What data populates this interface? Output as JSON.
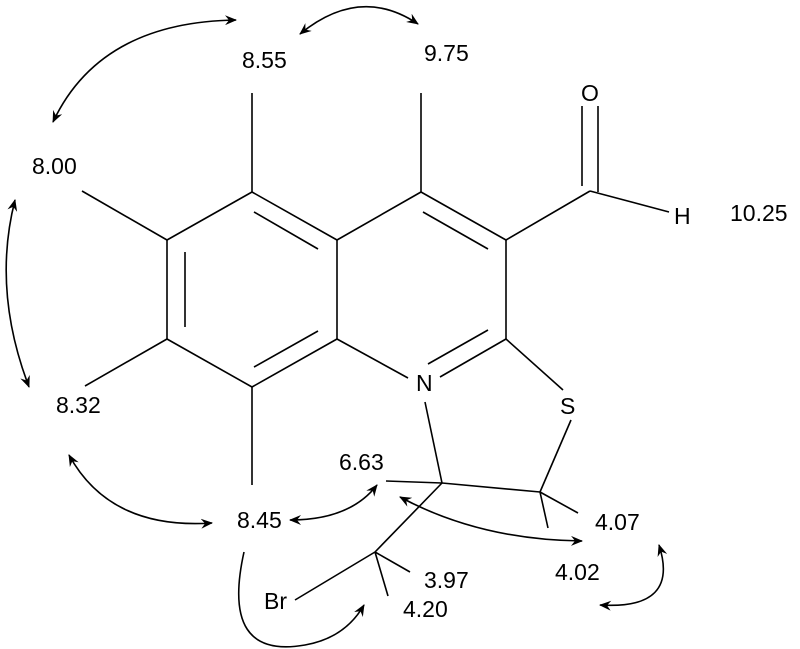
{
  "diagram": {
    "type": "NMR assignment / NOE correlation diagram",
    "molecule": "thiazolo-quinoline carbaldehyde with bromomethyl substituent",
    "atoms": {
      "nitrogen": "N",
      "sulfur": "S",
      "oxygen": "O",
      "aldehyde_hydrogen": "H",
      "bromine": "Br"
    },
    "shifts": [
      {
        "id": "h5",
        "value": "8.55"
      },
      {
        "id": "h4",
        "value": "9.75"
      },
      {
        "id": "h6",
        "value": "8.00"
      },
      {
        "id": "cho",
        "value": "10.25"
      },
      {
        "id": "h7",
        "value": "8.32"
      },
      {
        "id": "h8",
        "value": "8.45"
      },
      {
        "id": "h1",
        "value": "6.63"
      },
      {
        "id": "h2a",
        "value": "4.07"
      },
      {
        "id": "h2b",
        "value": "4.02"
      },
      {
        "id": "ch2br_a",
        "value": "3.97"
      },
      {
        "id": "ch2br_b",
        "value": "4.20"
      }
    ],
    "correlations": [
      {
        "from": "8.00",
        "to": "8.55"
      },
      {
        "from": "8.55",
        "to": "9.75"
      },
      {
        "from": "8.00",
        "to": "8.32"
      },
      {
        "from": "8.32",
        "to": "8.45"
      },
      {
        "from": "8.45",
        "to": "6.63"
      },
      {
        "from": "6.63",
        "to": "4.02"
      },
      {
        "from": "4.07",
        "to": "4.02"
      },
      {
        "from": "8.45",
        "to": "4.20"
      }
    ]
  }
}
